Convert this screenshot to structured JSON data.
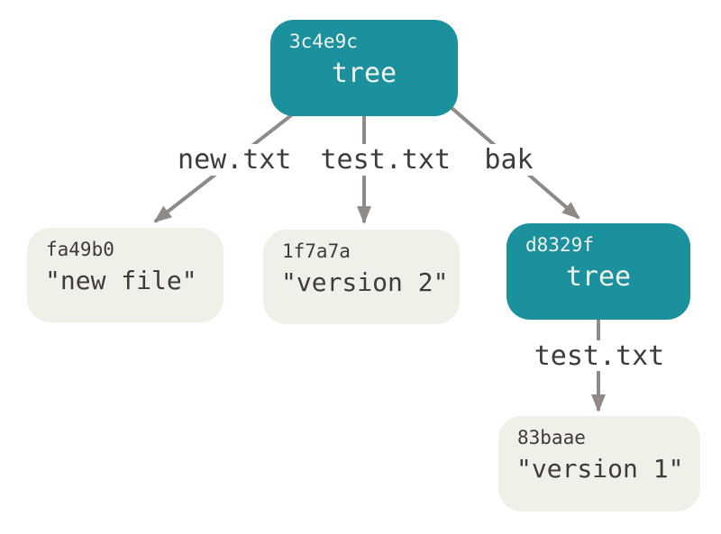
{
  "nodes": {
    "root_tree": {
      "hash": "3c4e9c",
      "label": "tree"
    },
    "blob_new_file": {
      "hash": "fa49b0",
      "content": "\"new file\""
    },
    "blob_version2": {
      "hash": "1f7a7a",
      "content": "\"version 2\""
    },
    "sub_tree": {
      "hash": "d8329f",
      "label": "tree"
    },
    "blob_version1": {
      "hash": "83baae",
      "content": "\"version 1\""
    }
  },
  "edge_labels": {
    "root_files": [
      "new.txt",
      "test.txt"
    ],
    "bak": "bak",
    "subtree_file": "test.txt"
  },
  "colors": {
    "tree_node_fill": "#1a919d",
    "blob_node_fill": "#f0efe8",
    "edge_label_bg": "#ffffff",
    "arrow": "#8f8a85",
    "text_on_tree": "#f2f1ee",
    "text_dark": "#3f3b38",
    "background": "#ffffff"
  }
}
